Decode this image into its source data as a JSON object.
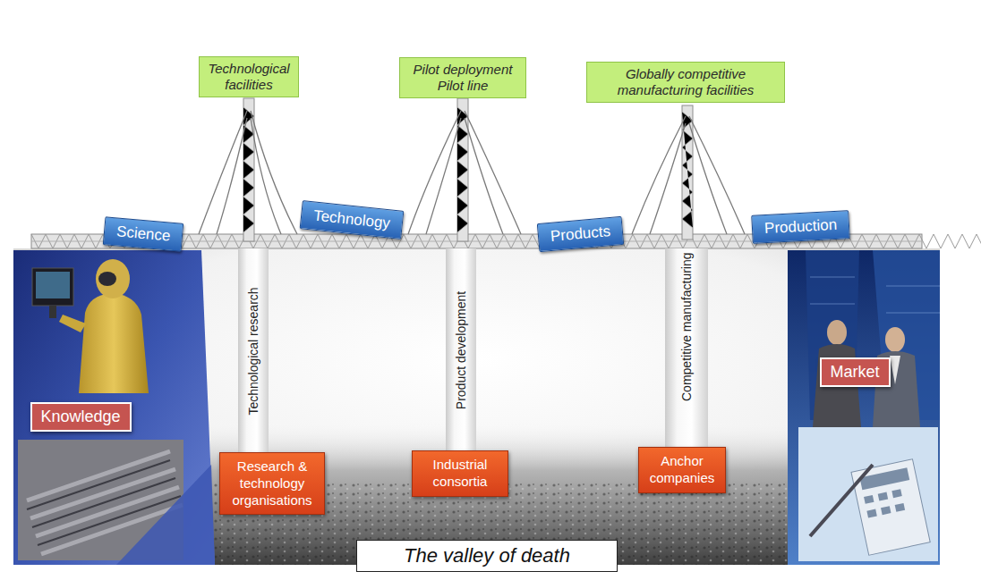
{
  "diagram": {
    "nodes": [
      {
        "text": [
          "Technological facilities"
        ]
      },
      {
        "text": [
          "Pilot deployment Pilot line"
        ]
      },
      {
        "text": [
          "Globally competitive manufacturing facilities"
        ]
      },
      {
        "text": [
          "Science"
        ]
      },
      {
        "text": [
          "Technology"
        ]
      },
      {
        "text": [
          "Products"
        ]
      },
      {
        "text": [
          "Production"
        ]
      },
      {
        "text": [
          "Knowledge"
        ]
      },
      {
        "text": [
          "Technological research"
        ]
      },
      {
        "text": [
          "Product development"
        ]
      },
      {
        "text": [
          "Competitive manufacturing"
        ]
      },
      {
        "text": [
          "Market"
        ]
      },
      {
        "text": [
          "Research & technology organisations"
        ]
      },
      {
        "text": [
          "Industrial consortia"
        ]
      },
      {
        "text": [
          "Anchor companies"
        ]
      },
      {
        "text": [
          "The valley of death"
        ]
      }
    ]
  }
}
